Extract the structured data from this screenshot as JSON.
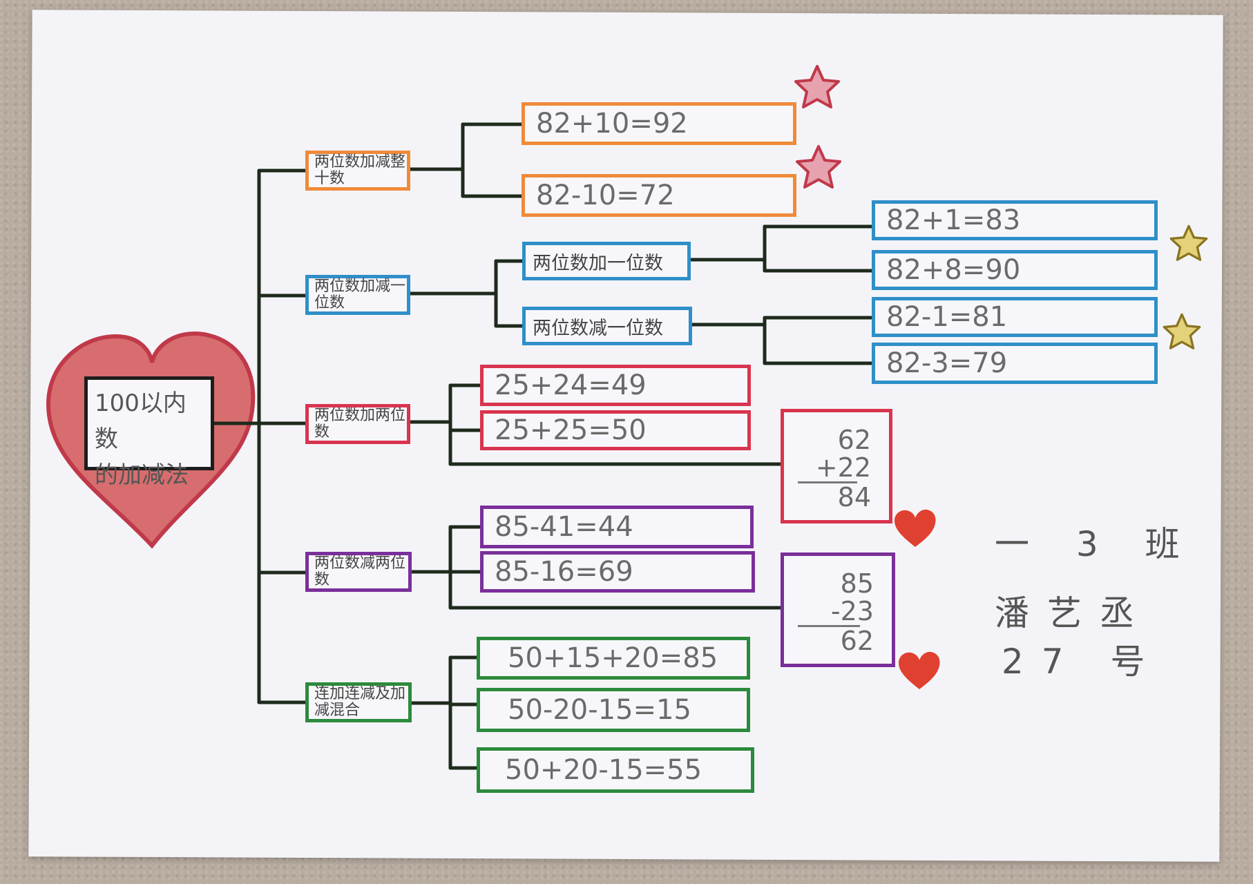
{
  "center": {
    "line1": "100以内数",
    "line2": "的加减法"
  },
  "branches": [
    {
      "category": "两位数加减整十数",
      "color": "#ef8a3a",
      "items": [
        "82+10=92",
        "82-10=72"
      ]
    },
    {
      "category": "两位数加减一位数",
      "color": "#2f8fc8",
      "subgroups": [
        {
          "label": "两位数加一位数",
          "items": [
            "82+1=83",
            "82+8=90"
          ]
        },
        {
          "label": "两位数减一位数",
          "items": [
            "82-1=81",
            "82-3=79"
          ]
        }
      ]
    },
    {
      "category": "两位数加两位数",
      "color": "#d9344f",
      "items": [
        "25+24=49",
        "25+25=50"
      ],
      "vertical": {
        "top": "62",
        "second": "+22",
        "result": "84"
      }
    },
    {
      "category": "两位数减两位数",
      "color": "#7a2f9a",
      "items": [
        "85-41=44",
        "85-16=69"
      ],
      "vertical": {
        "top": "85",
        "second": "-23",
        "result": "62"
      }
    },
    {
      "category": "连加连减及加减混合",
      "color": "#2c8a3c",
      "items": [
        "50+15+20=85",
        "50-20-15=15",
        "50+20-15=55"
      ]
    }
  ],
  "signature": {
    "class": "一 3 班",
    "name": "潘艺丞",
    "number": "27 号"
  },
  "icons": [
    "pink-star-icon",
    "gold-star-icon",
    "red-heart-icon",
    "big-heart-icon"
  ]
}
